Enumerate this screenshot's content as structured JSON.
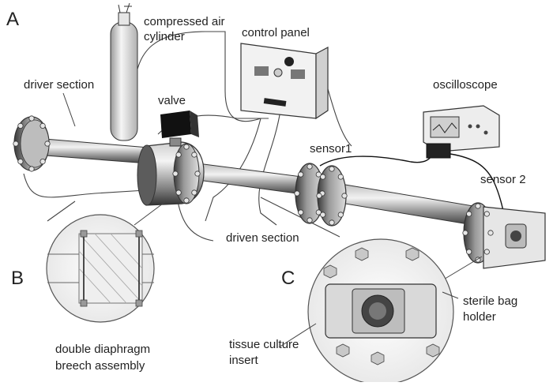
{
  "panels": {
    "a": "A",
    "b": "B",
    "c": "C"
  },
  "labels": {
    "compressed_air_cylinder": [
      "compressed air",
      "cylinder"
    ],
    "control_panel": "control panel",
    "driver_section": "driver section",
    "valve": "valve",
    "oscilloscope": "oscilloscope",
    "sensor1": "sensor1",
    "sensor2": "sensor 2",
    "driven_section": "driven section",
    "double_diaphragm": [
      "double diaphragm",
      "breech assembly"
    ],
    "tissue_culture_insert": [
      "tissue culture",
      "insert"
    ],
    "sterile_bag_holder": [
      "sterile bag",
      "holder"
    ]
  },
  "colors": {
    "line": "#333333",
    "pipe_light": "#d9d9d9",
    "pipe_dark": "#4d4d4d",
    "valve": "#111111",
    "callout_fill": "#f7f7f7"
  },
  "icons": [
    "bolt-icon",
    "valve-icon",
    "oscilloscope-icon",
    "cylinder-icon"
  ]
}
